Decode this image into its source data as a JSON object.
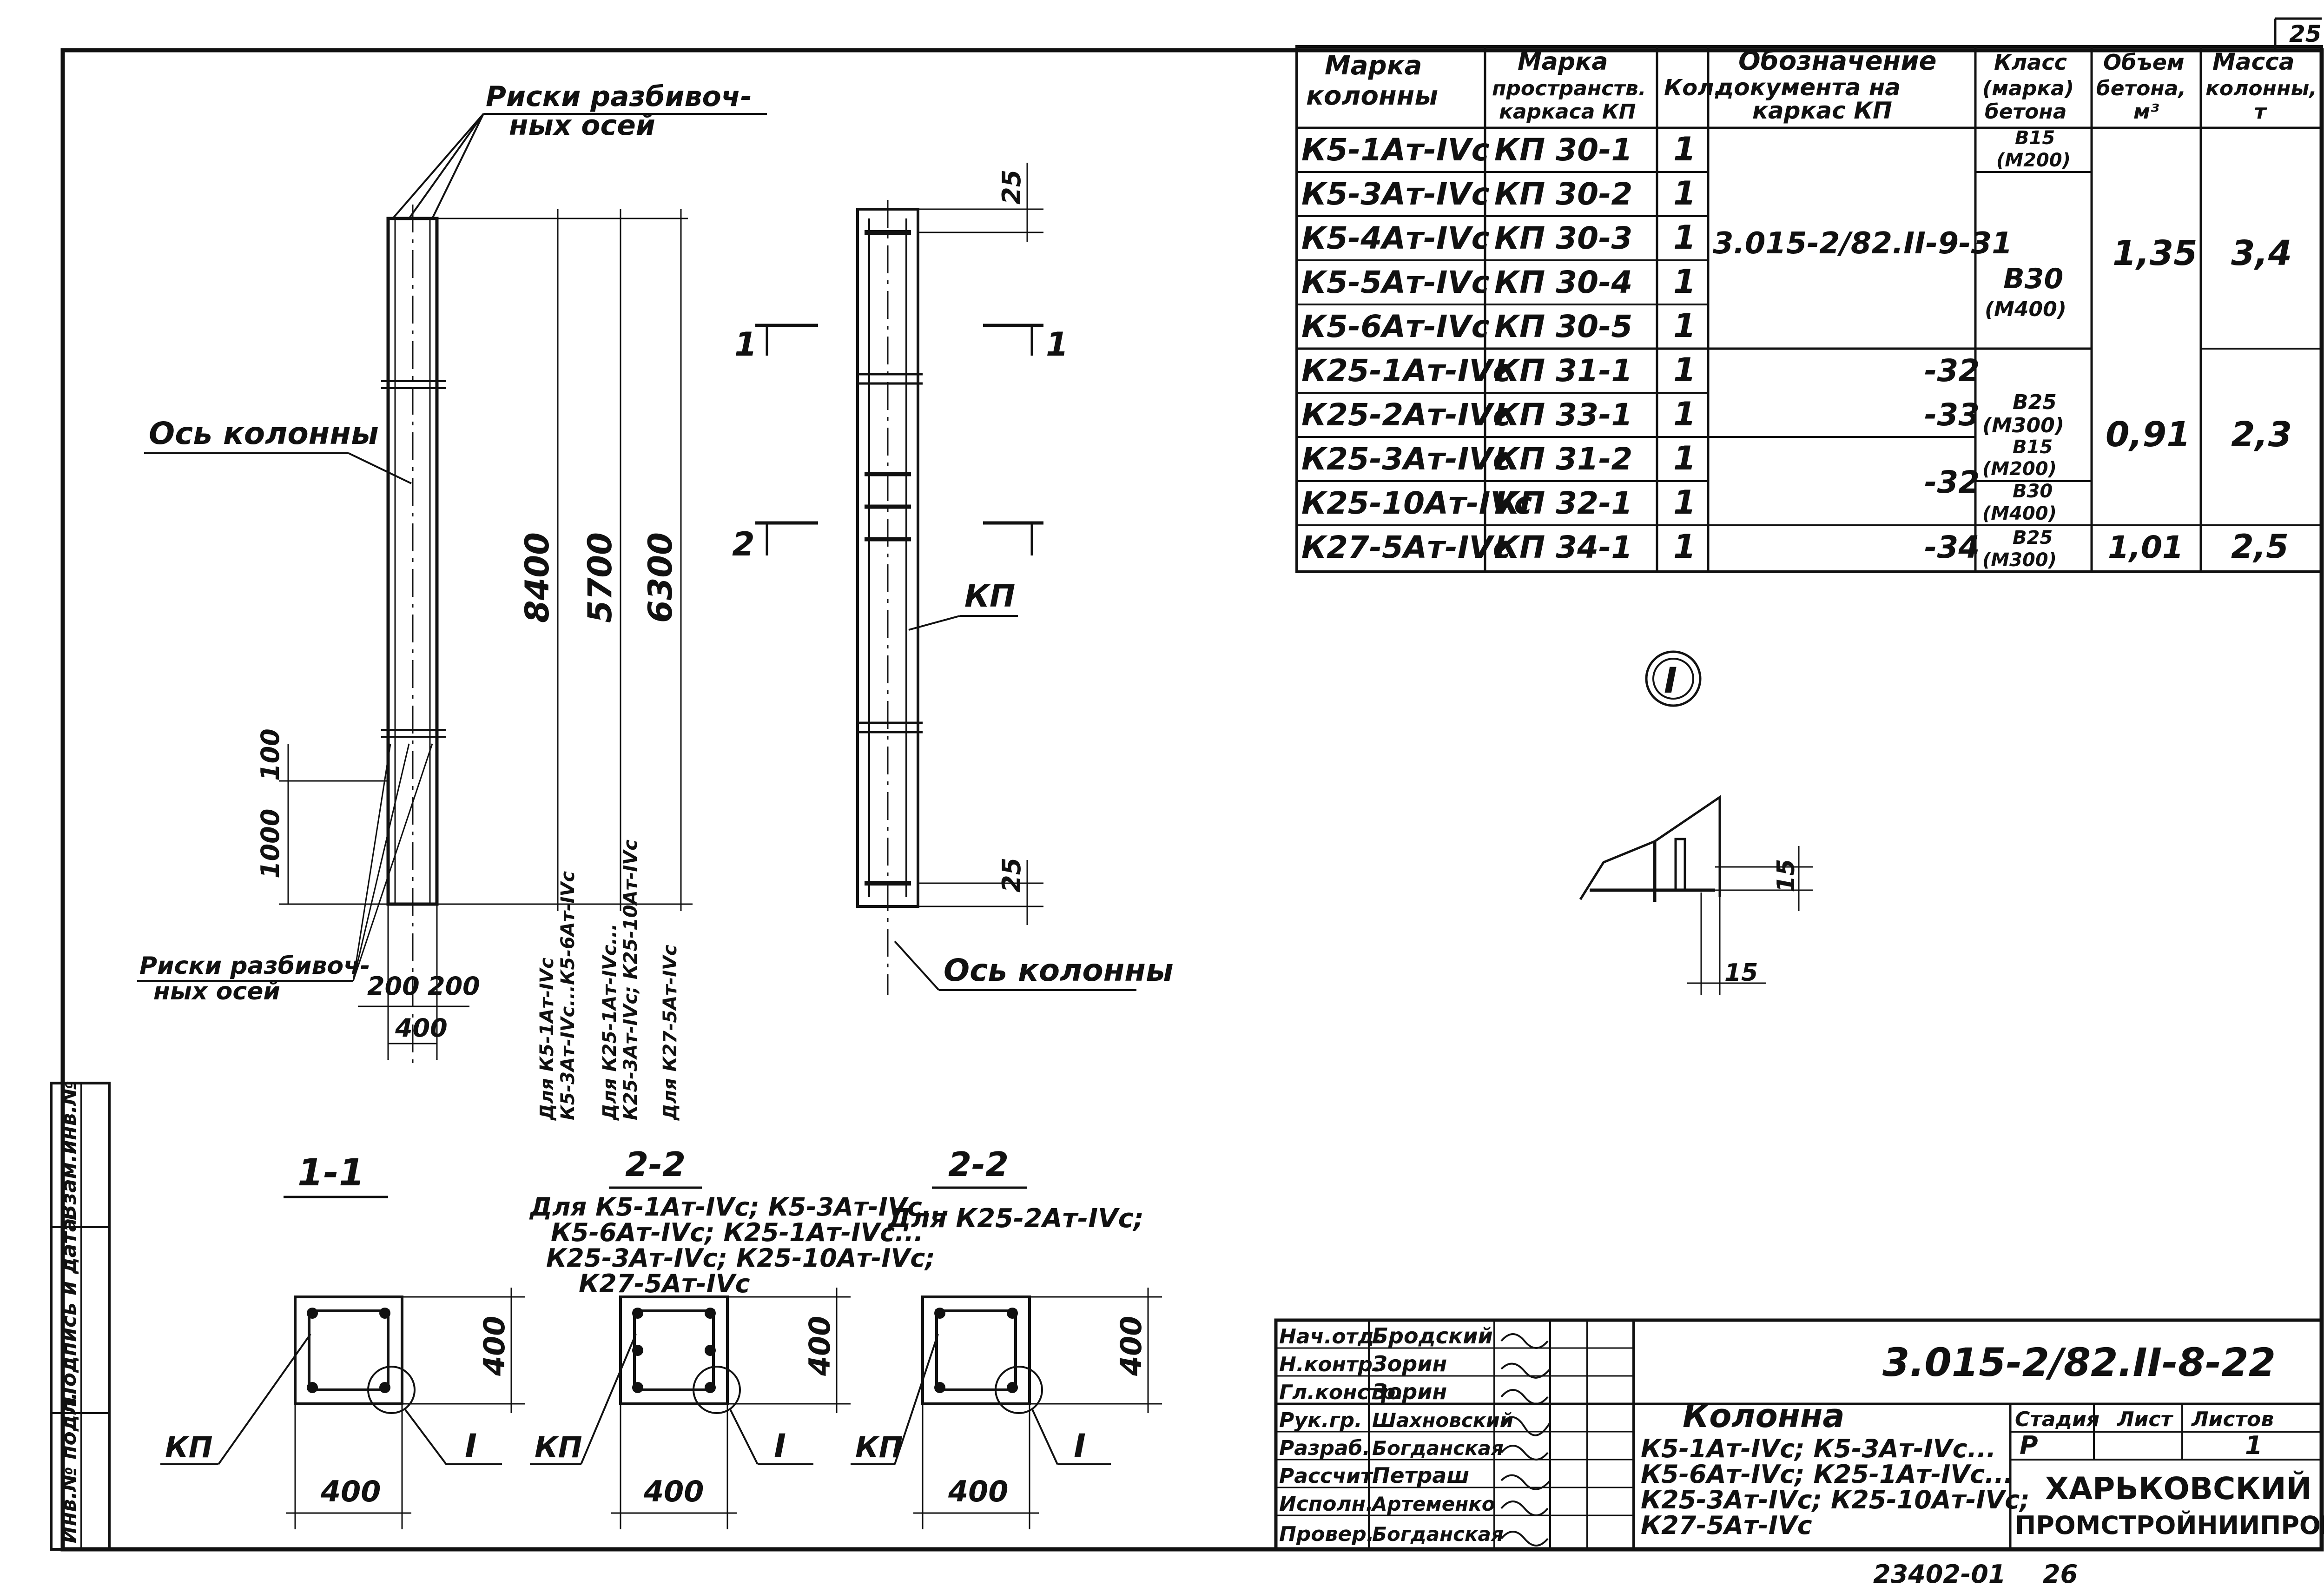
{
  "sheet_number": "25",
  "bottom_code": "23402-01",
  "bottom_page": "26",
  "labels": {
    "riski_top_line1": "Риски разбивоч-",
    "riski_top_line2": "ных осей",
    "os_kolonny_left": "Ось колонны",
    "riski_bottom_line1": "Риски разбивоч-",
    "riski_bottom_line2": "ных осей",
    "os_kolonny_right": "Ось колонны",
    "kp_label": "КП",
    "node_mark": "I"
  },
  "dimensions": {
    "d8400": "8400",
    "d5700": "5700",
    "d6300": "6300",
    "d100": "100",
    "d1000": "1000",
    "d200a": "200",
    "d200b": "200",
    "d400": "400",
    "d25_top": "25",
    "d25_bot": "25",
    "d15a": "15",
    "d15b": "15",
    "note_a": "Для К5-1Ат-IVс",
    "note_b": "К5-3Ат-IVс...К5-6Ат-IVс",
    "note_c": "Для К25-1Ат-IVс...",
    "note_d": "К25-3Ат-IVс; К25-10Ат-IVс",
    "note_e": "Для К27-5Ат-IVс"
  },
  "section_marks": {
    "one_left": "1",
    "one_right": "1",
    "two_left": "2"
  },
  "sections": {
    "s1_title": "1-1",
    "s2a_title": "2-2",
    "s2a_sub1": "Для К5-1Ат-IVс; К5-3Ат-IVс...",
    "s2a_sub2": "К5-6Ат-IVс; К25-1Ат-IVс...",
    "s2a_sub3": "К25-3Ат-IVс; К25-10Ат-IVс;",
    "s2a_sub4": "К27-5Ат-IVс",
    "s2b_title": "2-2",
    "s2b_sub": "Для К25-2Ат-IVс;",
    "dim400": "400",
    "kp": "КП",
    "node": "I"
  },
  "table": {
    "headers": {
      "col1_l1": "Марка",
      "col1_l2": "колонны",
      "col2_l1": "Марка",
      "col2_l2": "пространств.",
      "col2_l3": "каркаса КП",
      "col3": "Кол.",
      "col4_l1": "Обозначение",
      "col4_l2": "документа на",
      "col4_l3": "каркас КП",
      "col5_l1": "Класс",
      "col5_l2": "(марка)",
      "col5_l3": "бетона",
      "col6_l1": "Объем",
      "col6_l2": "бетона,",
      "col6_l3": "м³",
      "col7_l1": "Масса",
      "col7_l2": "колонны,",
      "col7_l3": "т"
    },
    "rows": [
      {
        "mark": "К5-1Ат-IVс",
        "kp": "КП 30-1",
        "qty": "1"
      },
      {
        "mark": "К5-3Ат-IVс",
        "kp": "КП 30-2",
        "qty": "1"
      },
      {
        "mark": "К5-4Ат-IVс",
        "kp": "КП 30-3",
        "qty": "1"
      },
      {
        "mark": "К5-5Ат-IVс",
        "kp": "КП 30-4",
        "qty": "1"
      },
      {
        "mark": "К5-6Ат-IVс",
        "kp": "КП 30-5",
        "qty": "1"
      },
      {
        "mark": "К25-1Ат-IVс",
        "kp": "КП 31-1",
        "qty": "1"
      },
      {
        "mark": "К25-2Ат-IVс",
        "kp": "КП 33-1",
        "qty": "1"
      },
      {
        "mark": "К25-3Ат-IVс",
        "kp": "КП 31-2",
        "qty": "1"
      },
      {
        "mark": "К25-10Ат-IVс",
        "kp": "КП 32-1",
        "qty": "1"
      },
      {
        "mark": "К27-5Ат-IVс",
        "kp": "КП 34-1",
        "qty": "1"
      }
    ],
    "doc_main": "3.015-2/82.II-9-31",
    "doc_32a": "-32",
    "doc_33": "-33",
    "doc_32b": "-32",
    "doc_34": "-34",
    "cls_b15a_1": "В15",
    "cls_b15a_2": "(М200)",
    "cls_b30a_1": "В30",
    "cls_b30a_2": "(М400)",
    "cls_b25a_1": "В25",
    "cls_b25a_2": "(М300)",
    "cls_b15b_1": "В15",
    "cls_b15b_2": "(М200)",
    "cls_b30b_1": "В30",
    "cls_b30b_2": "(М400)",
    "cls_b25b_1": "В25",
    "cls_b25b_2": "(М300)",
    "vol1": "1,35",
    "vol2": "0,91",
    "vol3": "1,01",
    "mass1": "3,4",
    "mass2": "2,3",
    "mass3": "2,5"
  },
  "title_block": {
    "roles": [
      "Нач.отд.",
      "Н.контр.",
      "Гл.констр.",
      "Рук.гр.",
      "Разраб.",
      "Рассчит.",
      "Исполн.",
      "Провер."
    ],
    "names": [
      "Бродский",
      "Зорин",
      "Зорин",
      "Шахновский",
      "Богданская",
      "Петраш",
      "Артеменко",
      "Богданская"
    ],
    "doc_code": "3.015-2/82.II-8-22",
    "title": "Колонна",
    "desc1": "К5-1Ат-IVс; К5-3Ат-IVс...",
    "desc2": "К5-6Ат-IVс; К25-1Ат-IVс...",
    "desc3": "К25-3Ат-IVс; К25-10Ат-IVс;",
    "desc4": "К27-5Ат-IVс",
    "stage_h": "Стадия",
    "sheet_h": "Лист",
    "sheets_h": "Листов",
    "stage": "Р",
    "sheet": "",
    "sheets": "1",
    "org1": "ХАРЬКОВСКИЙ",
    "org2": "ПРОМСТРОЙНИИПРОЕКТ"
  },
  "side_stamp": {
    "c1": "Инв.№ подл.",
    "c2": "Подпись и дата",
    "c3": "Взам.инв.№"
  }
}
